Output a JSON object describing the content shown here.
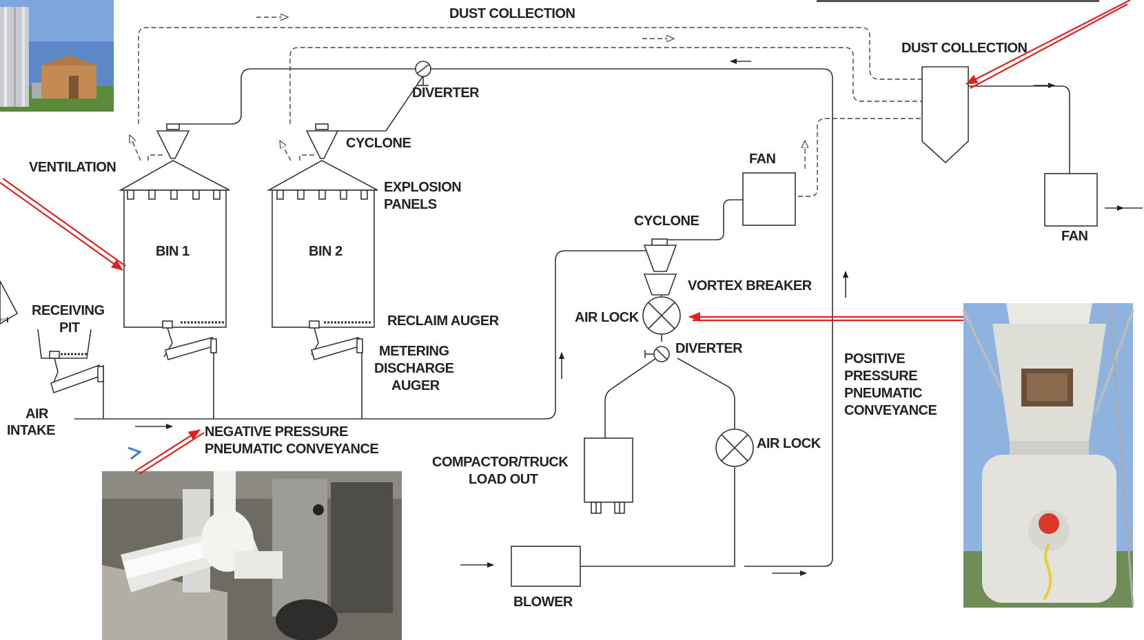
{
  "labels": {
    "dust_collection_top": "DUST COLLECTION",
    "dust_collection_right": "DUST COLLECTION",
    "diverter_top": "DIVERTER",
    "cyclone_bins": "CYCLONE",
    "ventilation": "VENTILATION",
    "explosion_panels_1": "EXPLOSION",
    "explosion_panels_2": "PANELS",
    "bin1": "BIN 1",
    "bin2": "BIN 2",
    "fan_mid": "FAN",
    "fan_right": "FAN",
    "cyclone_mid": "CYCLONE",
    "vortex_breaker": "VORTEX BREAKER",
    "air_lock_mid": "AIR LOCK",
    "diverter_mid": "DIVERTER",
    "air_lock_low": "AIR LOCK",
    "receiving_pit_1": "RECEIVING",
    "receiving_pit_2": "PIT",
    "reclaim_auger": "RECLAIM AUGER",
    "metering_1": "METERING",
    "metering_2": "DISCHARGE",
    "metering_3": "AUGER",
    "air_intake_1": "AIR",
    "air_intake_2": "INTAKE",
    "negative_1": "NEGATIVE PRESSURE",
    "negative_2": "PNEUMATIC CONVEYANCE",
    "positive_1": "POSITIVE",
    "positive_2": "PRESSURE",
    "positive_3": "PNEUMATIC",
    "positive_4": "CONVEYANCE",
    "compactor_1": "COMPACTOR/TRUCK",
    "compactor_2": "LOAD OUT",
    "blower": "BLOWER"
  },
  "colors": {
    "line": "#333333",
    "annotation_arrow": "#e02020",
    "accent_mark": "#3b7fd0"
  },
  "photos": [
    {
      "name": "silo-photo"
    },
    {
      "name": "pipe-tunnel-photo"
    },
    {
      "name": "cyclone-airlock-photo"
    }
  ]
}
